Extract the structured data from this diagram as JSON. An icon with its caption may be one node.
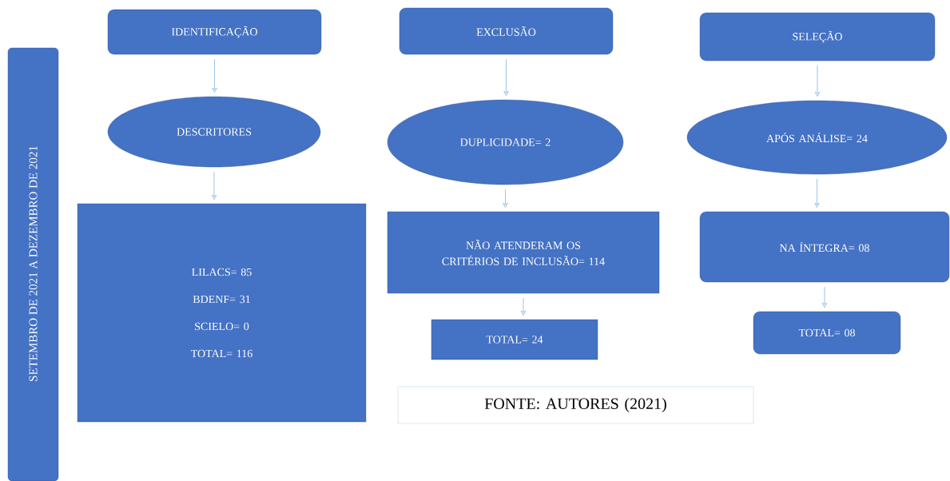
{
  "diagram": {
    "nodes": [
      {
        "text": [
          "SETEMBRO DE 2021 A DEZEMBRO DE 2021"
        ]
      },
      {
        "text": [
          "IDENTIFICAÇÃO"
        ]
      },
      {
        "text": [
          "DESCRITORES"
        ]
      },
      {
        "text": [
          "LILACS= 85",
          "BDENF= 31",
          "SCIELO= 0",
          "TOTAL= 116"
        ]
      },
      {
        "text": [
          "EXCLUSÃO"
        ]
      },
      {
        "text": [
          "DUPLICIDADE= 2"
        ]
      },
      {
        "text": [
          "NÃO ATENDERAM OS CRITÉRIOS DE INCLUSÃO= 114"
        ]
      },
      {
        "text": [
          "TOTAL= 24"
        ]
      },
      {
        "text": [
          "SELEÇÃO"
        ]
      },
      {
        "text": [
          "APÓS ANÁLISE= 24"
        ]
      },
      {
        "text": [
          "NA ÍNTEGRA= 08"
        ]
      },
      {
        "text": [
          "TOTAL= 08"
        ]
      },
      {
        "text": [
          "FONTE: AUTORES (2021)"
        ]
      }
    ],
    "edges": [
      {
        "from": 1,
        "to": 2,
        "arrow": "to"
      },
      {
        "from": 2,
        "to": 3,
        "arrow": "to"
      },
      {
        "from": 4,
        "to": 5,
        "arrow": "to"
      },
      {
        "from": 5,
        "to": 6,
        "arrow": "to"
      },
      {
        "from": 6,
        "to": 7,
        "arrow": "to"
      },
      {
        "from": 8,
        "to": 9,
        "arrow": "to"
      },
      {
        "from": 9,
        "to": 10,
        "arrow": "to"
      },
      {
        "from": 10,
        "to": 11,
        "arrow": "to"
      }
    ]
  }
}
